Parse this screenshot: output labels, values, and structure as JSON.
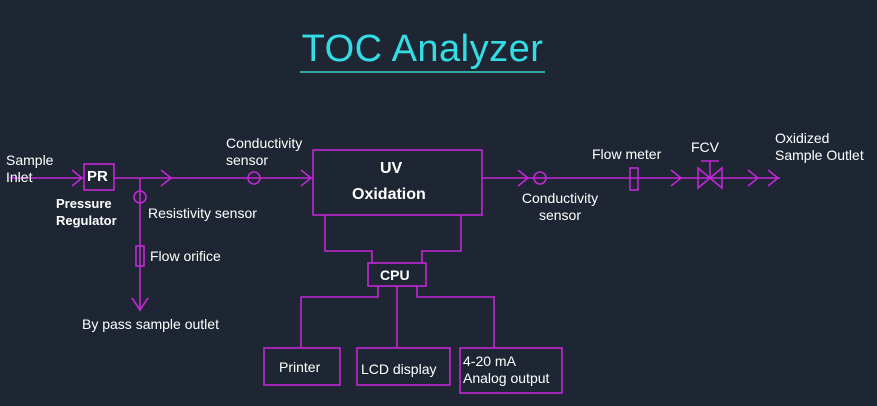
{
  "title": "TOC Analyzer",
  "colors": {
    "background": "#1f2633",
    "line": "#c227d6",
    "title": "#33dde6",
    "text": "#ffffff"
  },
  "labels": {
    "sample_inlet": "Sample\nInlet",
    "pr": "PR",
    "pressure_regulator": "Pressure\nRegulator",
    "resistivity_sensor": "Resistivity sensor",
    "flow_orifice": "Flow orifice",
    "bypass_outlet": "By pass sample outlet",
    "conductivity_sensor_in": "Conductivity\nsensor",
    "uv_line1": "UV",
    "uv_line2": "Oxidation",
    "conductivity_sensor_out": "Conductivity\nsensor",
    "flow_meter": "Flow meter",
    "fcv": "FCV",
    "oxidized_outlet": "Oxidized\nSample Outlet",
    "cpu": "CPU",
    "printer": "Printer",
    "lcd_display": "LCD display",
    "analog_output": "4-20 mA\nAnalog output"
  }
}
